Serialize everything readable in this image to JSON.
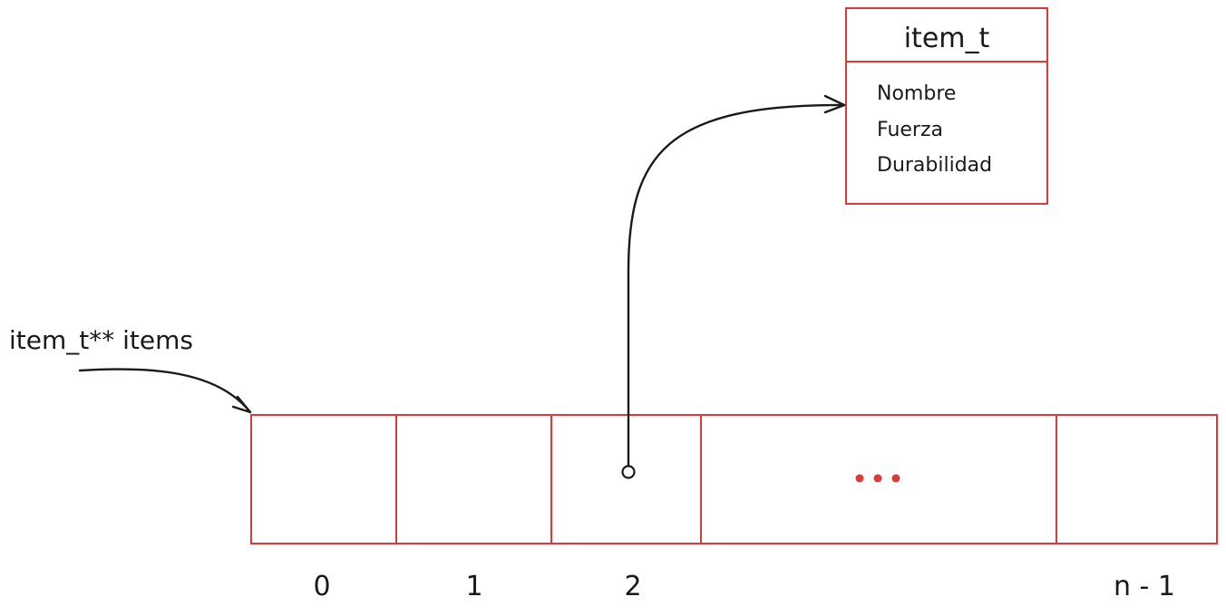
{
  "colors": {
    "box_stroke": "#d93a3a",
    "arrow": "#1a1a1a",
    "ellipsis": "#d93a3a"
  },
  "struct": {
    "title": "item_t",
    "fields": [
      "Nombre",
      "Fuerza",
      "Durabilidad"
    ]
  },
  "pointer": {
    "label": "item_t** items"
  },
  "array": {
    "cells": [
      {
        "index_label": "0"
      },
      {
        "index_label": "1"
      },
      {
        "index_label": "2"
      },
      {
        "index_label": "",
        "ellipsis": true
      },
      {
        "index_label": "n - 1"
      }
    ]
  }
}
